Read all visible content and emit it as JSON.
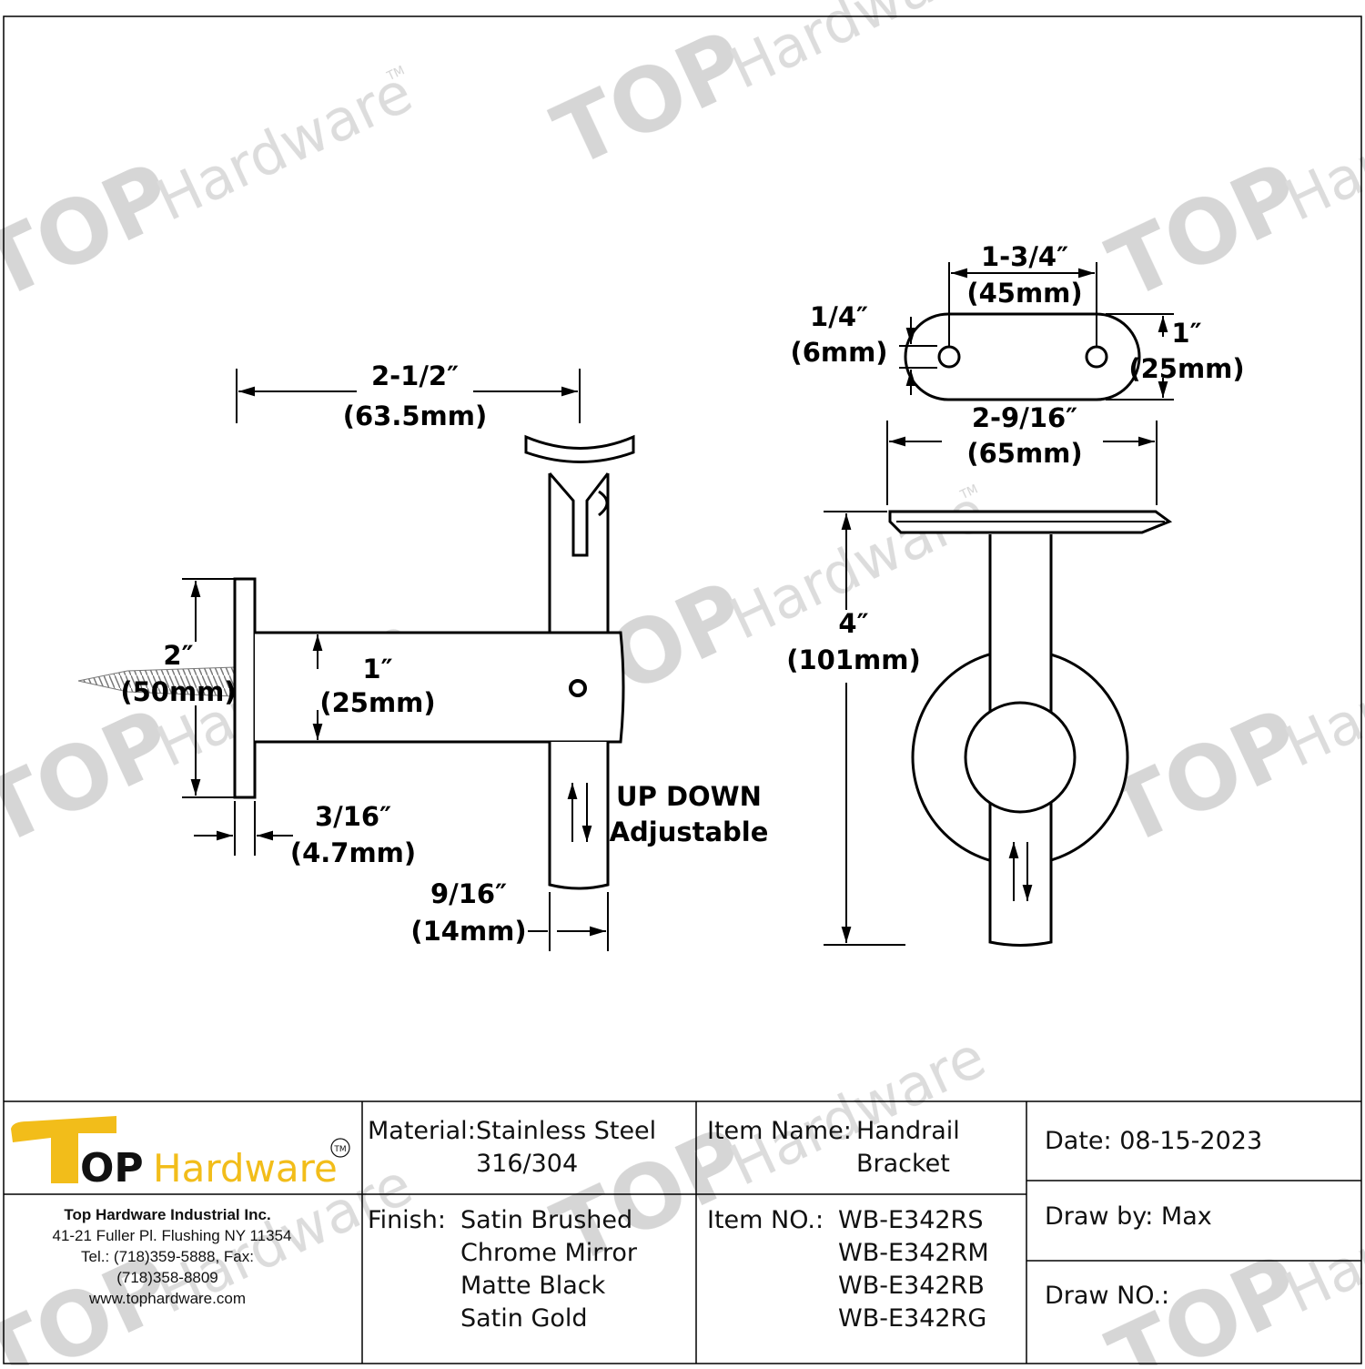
{
  "drawing": {
    "dimensions": {
      "overall_length": {
        "imperial": "2-1/2″",
        "metric": "(63.5mm)"
      },
      "base_diameter": {
        "imperial": "2″",
        "metric": "(50mm)"
      },
      "arm_diameter": {
        "imperial": "1″",
        "metric": "(25mm)"
      },
      "base_thickness": {
        "imperial": "3/16″",
        "metric": "(4.7mm)"
      },
      "post_diameter": {
        "imperial": "9/16″",
        "metric": "(14mm)"
      },
      "hole_spacing": {
        "imperial": "1-3/4″",
        "metric": "(45mm)"
      },
      "hole_diameter": {
        "imperial": "1/4″",
        "metric": "(6mm)"
      },
      "saddle_width": {
        "imperial": "1″",
        "metric": "(25mm)"
      },
      "saddle_length": {
        "imperial": "2-9/16″",
        "metric": "(65mm)"
      },
      "height": {
        "imperial": "4″",
        "metric": "(101mm)"
      }
    },
    "adjust_label_1": "UP DOWN",
    "adjust_label_2": "Adjustable"
  },
  "watermark": {
    "brand_top": "TOP",
    "brand_hardware": "Hardware",
    "tm": "TM"
  },
  "title_block": {
    "logo": {
      "top": "TOP",
      "hardware": "Hardware",
      "tm": "TM"
    },
    "company": {
      "name": "Top Hardware Industrial Inc.",
      "address": "41-21 Fuller Pl. Flushing NY 11354",
      "tel": "Tel.: (718)359-5888,  Fax:",
      "fax": "(718)358-8809",
      "website": "www.tophardware.com"
    },
    "material": {
      "label": "Material:",
      "value_1": "Stainless Steel",
      "value_2": "316/304"
    },
    "finish": {
      "label": "Finish:",
      "options": [
        "Satin Brushed",
        "Chrome Mirror",
        "Matte Black",
        "Satin Gold"
      ]
    },
    "item_name": {
      "label": "Item Name:",
      "value_1": "Handrail",
      "value_2": "Bracket"
    },
    "item_no": {
      "label": "Item NO.:",
      "values": [
        "WB-E342RS",
        "WB-E342RM",
        "WB-E342RB",
        "WB-E342RG"
      ]
    },
    "date": "Date: 08-15-2023",
    "draw_by": "Draw by: Max",
    "draw_no": "Draw NO.:"
  },
  "colors": {
    "brand_gold": "#f2bd1a",
    "watermark": "#d2d2d2",
    "line": "#000000"
  }
}
